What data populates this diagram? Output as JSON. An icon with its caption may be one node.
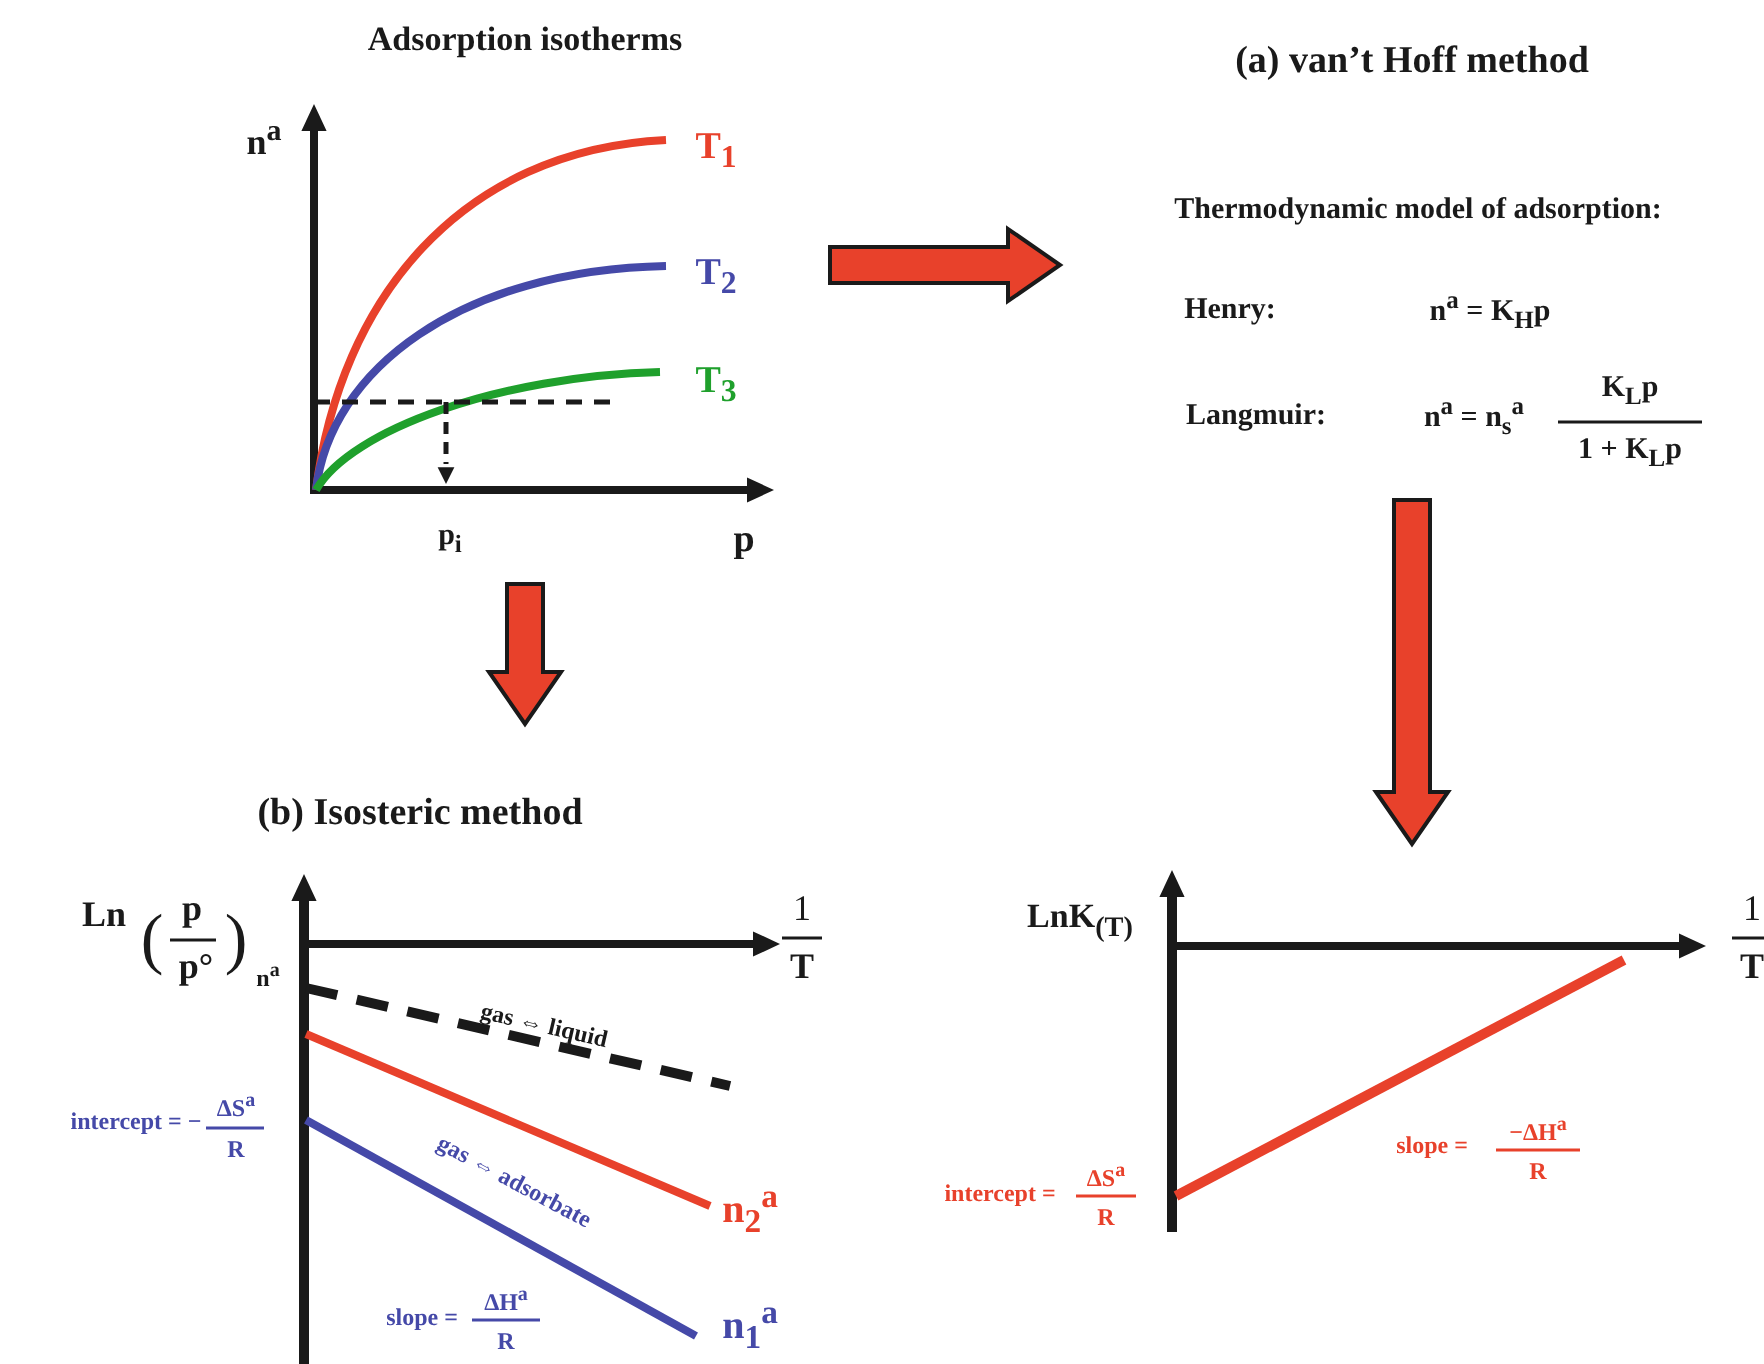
{
  "diagram": {
    "nodes": [
      {
        "text": [
          "Adsorption isotherms"
        ]
      },
      {
        "text": [
          "(a) van’t Hoff method"
        ]
      },
      {
        "text": [
          "(b) Isosteric method"
        ]
      },
      {
        "text": [],
        "shape": "picture"
      }
    ],
    "edges": [
      {
        "from": 0,
        "to": 1,
        "arrow": "to"
      },
      {
        "from": 0,
        "to": 2,
        "arrow": "to"
      },
      {
        "from": 1,
        "to": 3,
        "arrow": "to"
      }
    ],
    "labels": [
      "n$^{a}$",
      "T$_{1}$",
      "T$_{2}$",
      "T$_{3}$",
      "p$_{i}$",
      "p",
      "Thermodynamic model of adsorption:",
      "Henry:",
      "n$^{a}$ = K$_{H}$p",
      "Langmuir:",
      "n$^{a}$ = n$_{s}$$^{a}$",
      "K$_{L}$p",
      "1 + K$_{L}$p",
      "Ln",
      "(",
      "p",
      "p°",
      ")",
      "n$^{a}$",
      "1",
      "T",
      "gas ⇔ liquid",
      "intercept = −",
      "ΔS$^{a}$",
      "R",
      "gas ⇔ adsorbate",
      "slope =",
      "ΔH$^{a}$",
      "R",
      "n$_{2}$$^{a}$",
      "n$_{1}$$^{a}$",
      "LnK$_{(T)}$",
      "1",
      "T",
      "intercept =",
      "ΔS$^{a}$",
      "R",
      "slope =",
      "−ΔH$^{a}$",
      "R"
    ]
  }
}
